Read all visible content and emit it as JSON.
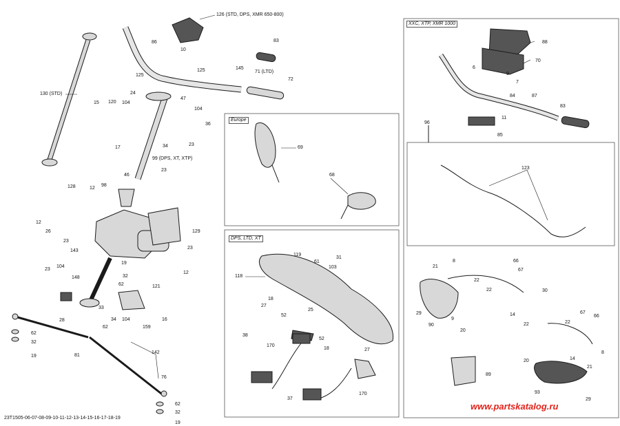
{
  "document_code": "23T1505-06-07-08-09-10-11-12-13-14-15-16-17-18-19",
  "watermark": "www.partskatalog.ru",
  "insets": {
    "xxc": "XXC, XTP, XMR 1000",
    "europe": "Europe",
    "dps": "DPS, LTD, XT"
  },
  "callouts": {
    "c126": "126 (STD, DPS, XMR 650-800)",
    "c86": "86",
    "c10": "10",
    "c83a": "83",
    "c125a": "125",
    "c125b": "125",
    "c145": "145",
    "c71": "71 (LTD)",
    "c72": "72",
    "c130": "130 (STD)",
    "c24": "24",
    "c47": "47",
    "c104a": "104",
    "c15": "15",
    "c120": "120",
    "c104b": "104",
    "c36": "36",
    "c34a": "34",
    "c23a": "23",
    "c17": "17",
    "c99": "99 (DPS, XT, XTP)",
    "c46": "46",
    "c23b": "23",
    "c128": "128",
    "c12a": "12",
    "c98": "98",
    "c12b": "12",
    "c26": "26",
    "c23c": "23",
    "c129": "129",
    "c143": "143",
    "c23d": "23",
    "c19a": "19",
    "c32a": "32",
    "c62a": "62",
    "c23e": "23",
    "c104c": "104",
    "c148": "148",
    "c121": "121",
    "c12c": "12",
    "c33": "33",
    "c34b": "34",
    "c104d": "104",
    "c159": "159",
    "c16": "16",
    "c28": "28",
    "c62b": "62",
    "c62c": "62",
    "c32b": "32",
    "c19b": "19",
    "c81": "81",
    "c142": "142",
    "c76": "76",
    "c62d": "62",
    "c32c": "32",
    "c19c": "19",
    "c69": "69",
    "c68": "68",
    "c118": "118",
    "c119": "119",
    "c61": "61",
    "c31": "31",
    "c103": "103",
    "c27a": "27",
    "c52a": "52",
    "c18a": "18",
    "c25": "25",
    "c52b": "52",
    "c18b": "18",
    "c27b": "27",
    "c38": "38",
    "c170a": "170",
    "c37": "37",
    "c170b": "170",
    "c88": "88",
    "c70": "70",
    "c6": "6",
    "c9a": "9",
    "c7": "7",
    "c84": "84",
    "c87": "87",
    "c83b": "83",
    "c11": "11",
    "c85": "85",
    "c96": "96",
    "c123": "123",
    "c8a": "8",
    "c66a": "66",
    "c67a": "67",
    "c21a": "21",
    "c22a": "22",
    "c22b": "22",
    "c30": "30",
    "c29a": "29",
    "c90": "90",
    "c9b": "9",
    "c14a": "14",
    "c20a": "20",
    "c22c": "22",
    "c22d": "22",
    "c67b": "67",
    "c66b": "66",
    "c14b": "14",
    "c8b": "8",
    "c20b": "20",
    "c21b": "21",
    "c89": "89",
    "c93": "93",
    "c29b": "29"
  }
}
